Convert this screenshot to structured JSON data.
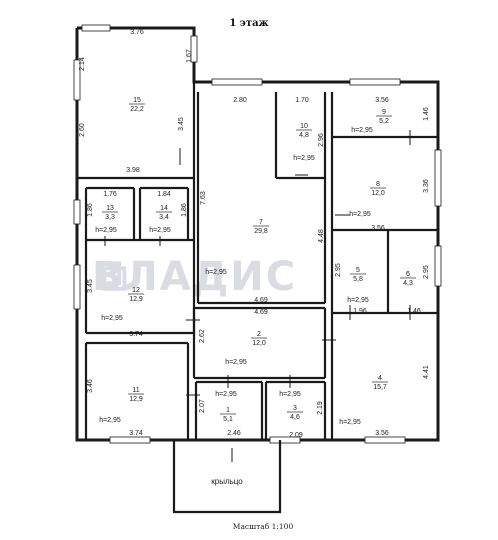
{
  "title": "1 этаж",
  "scale_label": "Масштаб 1:100",
  "porch_label": "крыльцо",
  "watermark": "ВЛАДИС",
  "rooms": [
    {
      "num": "15",
      "area": "22,2"
    },
    {
      "num": "10",
      "area": "4,8",
      "h": "h=2,95"
    },
    {
      "num": "9",
      "area": "5,2",
      "h": "h=2,95"
    },
    {
      "num": "8",
      "area": "12,0",
      "h": "h=2,95"
    },
    {
      "num": "13",
      "area": "3,3"
    },
    {
      "num": "14",
      "area": "3,4"
    },
    {
      "num": "7",
      "area": "29,8",
      "h": "h=2,95"
    },
    {
      "num": "12",
      "area": "12,9",
      "h": "h=2,95"
    },
    {
      "num": "5",
      "area": "5,8",
      "h": "h=2,95"
    },
    {
      "num": "6",
      "area": "4,3"
    },
    {
      "num": "2",
      "area": "12,0",
      "h": "h=2,95"
    },
    {
      "num": "11",
      "area": "12,9",
      "h": "h=2,95"
    },
    {
      "num": "1",
      "area": "5,1",
      "h": "h=2,95"
    },
    {
      "num": "3",
      "area": "4,6",
      "h": "h=2,95"
    },
    {
      "num": "4",
      "area": "15,7",
      "h": "h=2,95"
    }
  ],
  "extra_heights": [
    "h=2,95",
    "h=2,95",
    "h=2,95",
    "h=2,95"
  ],
  "dims": [
    "3.76",
    "2.14",
    "1.67",
    "2.60",
    "3.98",
    "3.45",
    "2.80",
    "1.70",
    "3.56",
    "1.46",
    "2.96",
    "3.36",
    "1.76",
    "1.84",
    "1.86",
    "1.86",
    "7.63",
    "4.48",
    "3.56",
    "2.95",
    "2.95",
    "3.45",
    "4.69",
    "4.69",
    "1.96",
    "1.46",
    "3.74",
    "2.62",
    "4.41",
    "3.46",
    "2.07",
    "2.19",
    "3.74",
    "2.46",
    "2.09",
    "3.56"
  ]
}
